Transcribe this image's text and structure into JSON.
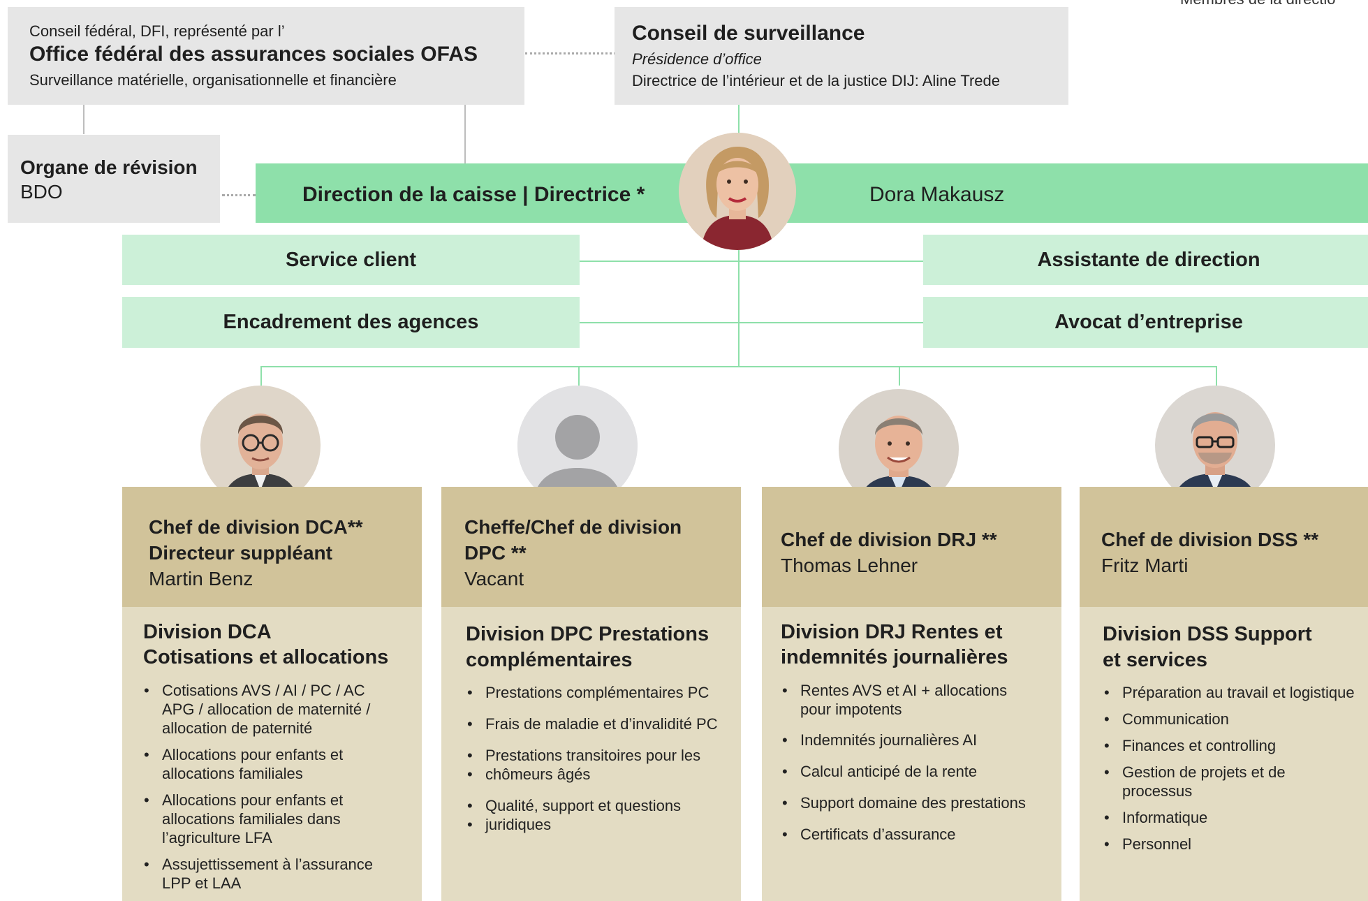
{
  "corner_text": "Membres de la directio",
  "ofas": {
    "line1": "Conseil fédéral, DFI, représenté par l’",
    "title": "Office fédéral des assurances sociales OFAS",
    "line3": "Surveillance matérielle, organisationnelle et financière"
  },
  "conseil": {
    "title": "Conseil de surveillance",
    "subtitle": "Présidence d’office",
    "line3": "Directrice de l’intérieur et de la justice DIJ: Aline Trede"
  },
  "revision": {
    "title": "Organe de révision",
    "name": "BDO"
  },
  "direction": {
    "title": "Direction de la caisse | Directrice *",
    "name": "Dora Makausz"
  },
  "staff": {
    "service_client": "Service client",
    "encadrement": "Encadrement des agences",
    "assistante": "Assistante de direction",
    "avocat": "Avocat d’entreprise"
  },
  "divisions": [
    {
      "head_lines": [
        "Chef de division DCA**",
        "Directeur suppléant"
      ],
      "person": "Martin Benz",
      "title_lines": [
        "Division DCA",
        "Cotisations et allocations"
      ],
      "items": [
        [
          "Cotisations AVS / AI / PC / AC",
          "APG / allocation de maternité /",
          "allocation de paternité"
        ],
        [
          "Allocations pour enfants et",
          "allocations familiales"
        ],
        [
          "Allocations pour enfants et",
          "allocations familiales dans",
          "l’agriculture LFA"
        ],
        [
          "Assujettissement à l’assurance",
          "LPP et LAA"
        ]
      ]
    },
    {
      "head_lines": [
        "Cheffe/Chef de division",
        "DPC **"
      ],
      "person": "Vacant",
      "title_lines": [
        "Division DPC Prestations",
        "complémentaires"
      ],
      "items": [
        [
          "Prestations complémentaires PC"
        ],
        [
          "Frais de maladie et d’invalidité PC"
        ],
        [
          "Prestations transitoires pour les"
        ],
        [
          "chômeurs âgés"
        ],
        [
          "Qualité, support et questions"
        ],
        [
          "juridiques"
        ]
      ]
    },
    {
      "head_lines": [
        "Chef de division DRJ **"
      ],
      "person": "Thomas Lehner",
      "title_lines": [
        "Division DRJ Rentes et",
        "indemnités journalières"
      ],
      "items": [
        [
          "Rentes AVS et AI + allocations",
          "pour impotents"
        ],
        [
          "Indemnités journalières AI"
        ],
        [
          "Calcul anticipé de la rente"
        ],
        [
          "Support domaine des prestations"
        ],
        [
          "Certificats d’assurance"
        ]
      ]
    },
    {
      "head_lines": [
        "Chef de division DSS **"
      ],
      "person": "Fritz Marti",
      "title_lines": [
        "Division DSS Support",
        "et services"
      ],
      "items": [
        [
          "Préparation au travail et logistique"
        ],
        [
          "Communication"
        ],
        [
          "Finances et controlling"
        ],
        [
          "Gestion de projets et de",
          "processus"
        ],
        [
          "Informatique"
        ],
        [
          "Personnel"
        ]
      ]
    }
  ],
  "colors": {
    "green": "#8ee0aa",
    "light_green": "#ccf0d8",
    "grey": "#e6e6e6",
    "tan": "#d1c39a",
    "beige": "#e3dcc3"
  }
}
